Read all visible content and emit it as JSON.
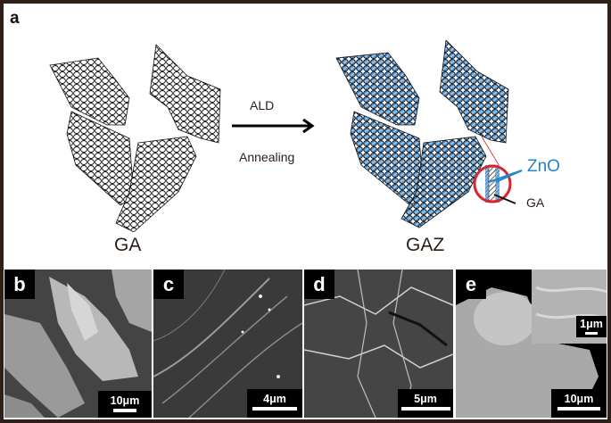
{
  "figure": {
    "panel_a": {
      "label": "a",
      "left_caption": "GA",
      "right_caption": "GAZ",
      "arrow_top_label": "ALD",
      "arrow_bottom_label": "Annealing",
      "inset_labels": {
        "coating": "ZnO",
        "core": "GA"
      },
      "colors": {
        "zno_blue": "#1f86c8",
        "zoom_circle_red": "#d7262b",
        "lattice_fill_blue": "#5b9bd0",
        "frame": "#2e1f19"
      }
    },
    "sem_panels": [
      {
        "label": "b",
        "scale_bar": "10μm"
      },
      {
        "label": "c",
        "scale_bar": "4μm"
      },
      {
        "label": "d",
        "scale_bar": "5μm"
      },
      {
        "label": "e",
        "scale_bar": "10μm",
        "inset_scale_bar": "1μm"
      }
    ]
  }
}
